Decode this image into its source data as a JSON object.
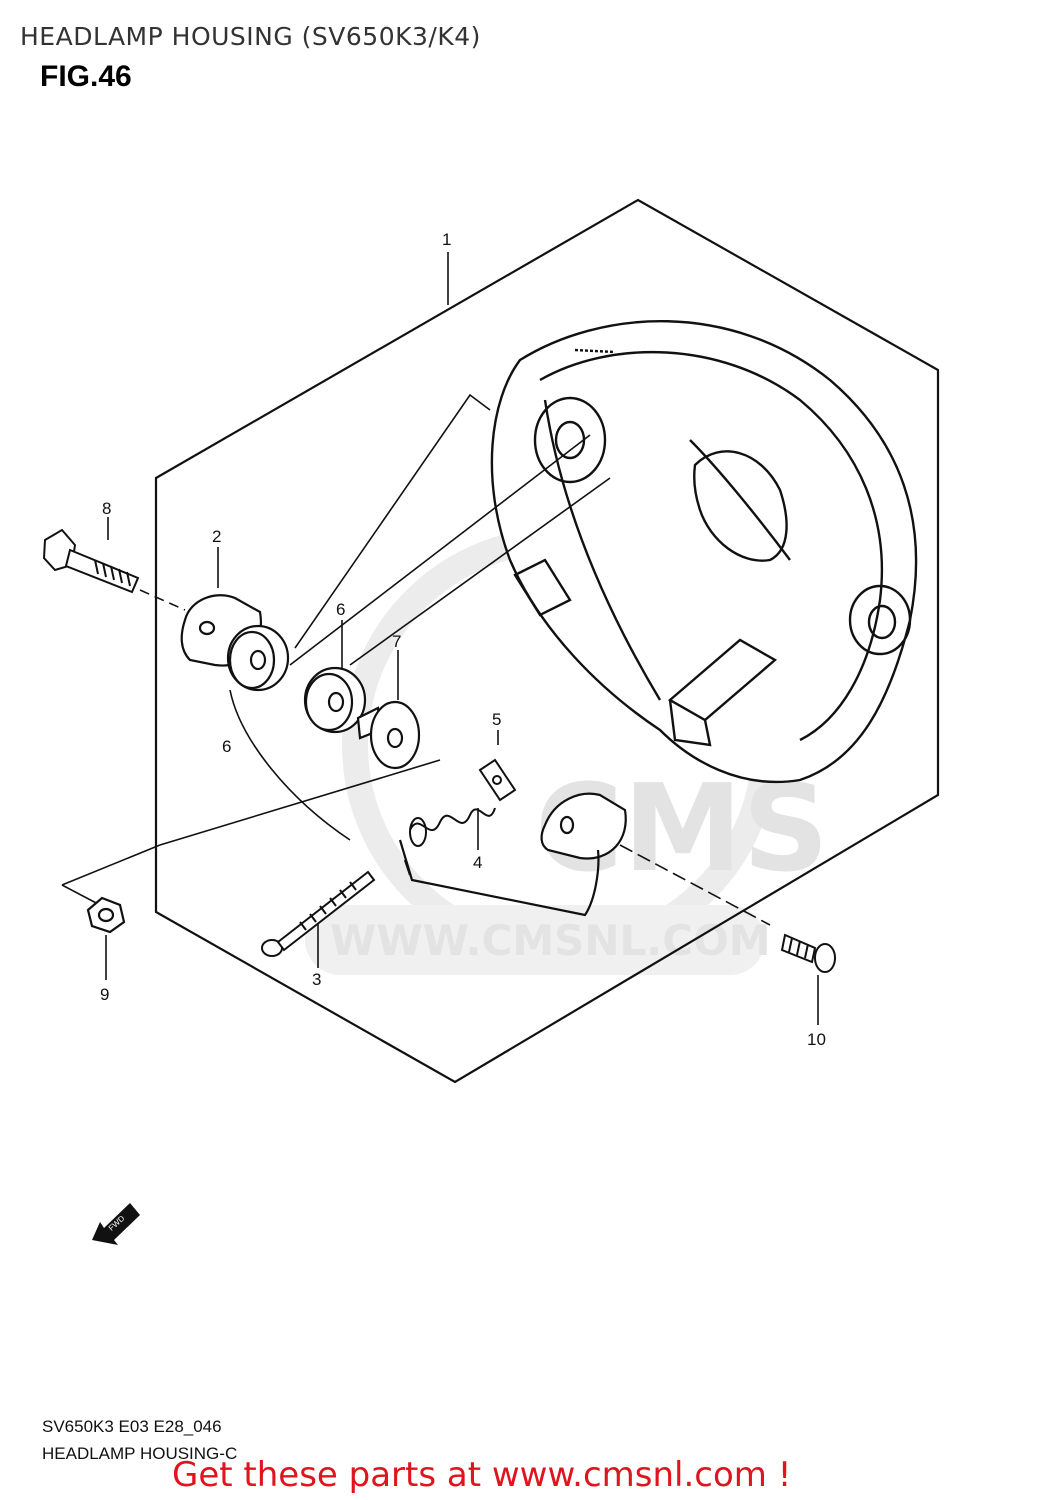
{
  "header": {
    "title": "HEADLAMP HOUSING (SV650K3/K4)",
    "figure": "FIG.46"
  },
  "watermark": {
    "brand": "CMS",
    "url": "WWW.CMSNL.COM"
  },
  "callouts": [
    "1",
    "2",
    "3",
    "4",
    "5",
    "6",
    "6",
    "7",
    "8",
    "9",
    "10"
  ],
  "direction_marker": "FWD",
  "footer": {
    "code": "SV650K3 E03 E28_046",
    "caption": "HEADLAMP HOUSING-C"
  },
  "promo": {
    "text": "Get these parts at www.cmsnl.com !",
    "color": "#e0141e"
  }
}
